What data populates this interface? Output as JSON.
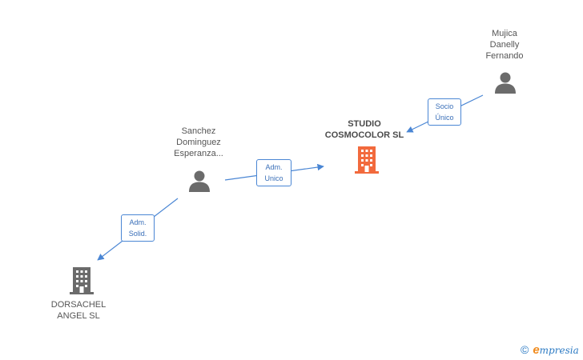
{
  "nodes": {
    "mujica": {
      "label": "Mujica\nDanelly\nFernando",
      "type": "person",
      "icon": "person-icon"
    },
    "sanchez": {
      "label": "Sanchez\nDominguez\nEsperanza...",
      "type": "person",
      "icon": "person-icon"
    },
    "studio": {
      "label": "STUDIO\nCOSMOCOLOR SL",
      "type": "company",
      "icon": "building-icon",
      "focus": true
    },
    "dorsachel": {
      "label": "DORSACHEL\nANGEL SL",
      "type": "company",
      "icon": "building-icon"
    }
  },
  "edges": {
    "mujica_studio": {
      "label": "Socio\nÚnico"
    },
    "sanchez_studio": {
      "label": "Adm.\nUnico"
    },
    "sanchez_dorsachel": {
      "label": "Adm.\nSolid."
    }
  },
  "colors": {
    "edge": "#4a86d4",
    "person_icon": "#6b6b6b",
    "company_icon": "#6b6b6b",
    "focus_company_icon": "#f26a3d"
  },
  "brand": {
    "copyright": "©",
    "logo_first": "e",
    "logo_rest": "mpresia"
  }
}
